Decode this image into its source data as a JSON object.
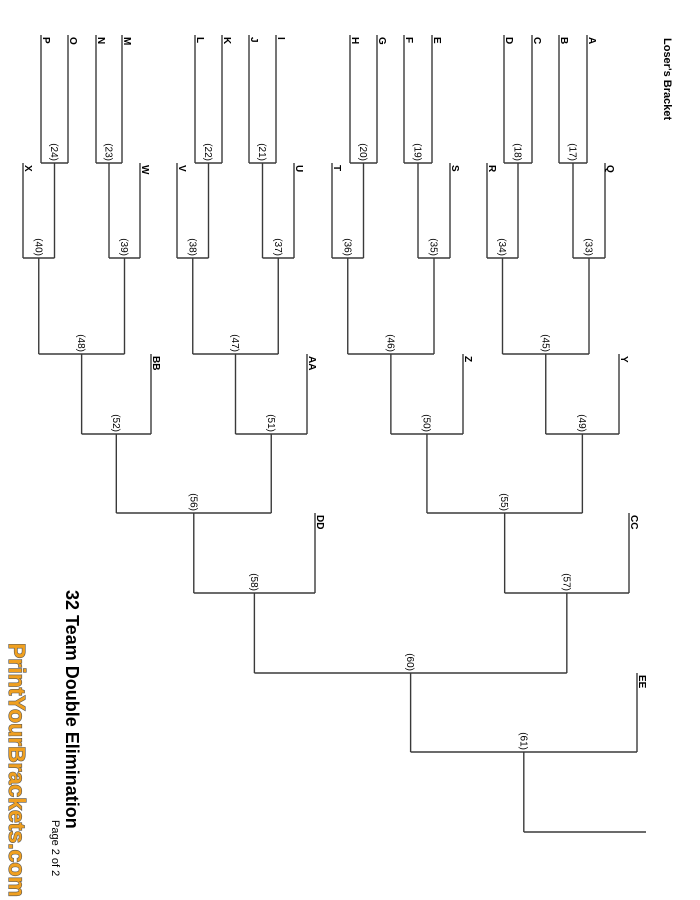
{
  "header": {
    "bracket_label": "Loser's Bracket"
  },
  "footer": {
    "title": "32 Team Double Elimination",
    "page": "Page 2 of 2",
    "brand": "PrintYourBrackets.com",
    "brand_color": "#f0a020"
  },
  "teams": {
    "round1": [
      "A",
      "B",
      "C",
      "D",
      "E",
      "F",
      "G",
      "H",
      "I",
      "J",
      "K",
      "L",
      "M",
      "N",
      "O",
      "P"
    ],
    "round2": [
      "Q",
      "R",
      "S",
      "T",
      "U",
      "V",
      "W",
      "X"
    ],
    "round4": [
      "Y",
      "Z",
      "AA",
      "BB"
    ],
    "round6": [
      "CC",
      "DD"
    ],
    "round8": [
      "EE"
    ]
  },
  "games": {
    "round1": [
      "(17)",
      "(18)",
      "(19)",
      "(20)",
      "(21)",
      "(22)",
      "(23)",
      "(24)"
    ],
    "round2": [
      "(33)",
      "(34)",
      "(35)",
      "(36)",
      "(37)",
      "(38)",
      "(39)",
      "(40)"
    ],
    "round3": [
      "(45)",
      "(46)",
      "(47)",
      "(48)"
    ],
    "round4": [
      "(49)",
      "(50)",
      "(51)",
      "(52)"
    ],
    "round5": [
      "(55)",
      "(56)"
    ],
    "round6": [
      "(57)",
      "(58)"
    ],
    "round7": [
      "(60)"
    ],
    "round8": [
      "(61)"
    ]
  },
  "line_color": "#3a3a3a"
}
